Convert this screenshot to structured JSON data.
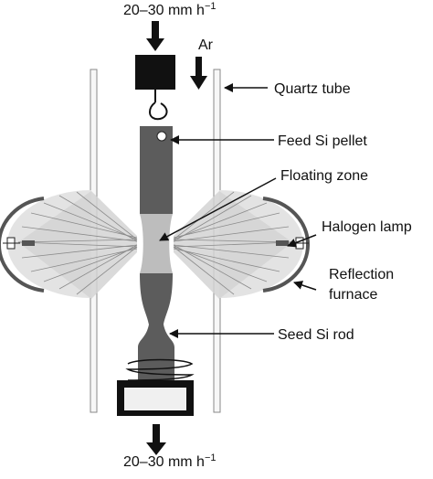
{
  "labels": {
    "rate_top": "20–30 mm h",
    "rate_top_sup": "−1",
    "rate_bottom": "20–30 mm h",
    "rate_bottom_sup": "−1",
    "gas": "Ar",
    "quartz_tube": "Quartz tube",
    "feed_pellet": "Feed Si pellet",
    "floating_zone": "Floating zone",
    "halogen_lamp": "Halogen lamp",
    "reflection_furnace_line1": "Reflection",
    "reflection_furnace_line2": "furnace",
    "seed_rod": "Seed Si rod"
  },
  "colors": {
    "rod": "#5c5c5c",
    "zone": "#bdbdbd",
    "reflector": "#e2e2e2",
    "tube": "#f7f7f7",
    "holder": "#111111"
  }
}
